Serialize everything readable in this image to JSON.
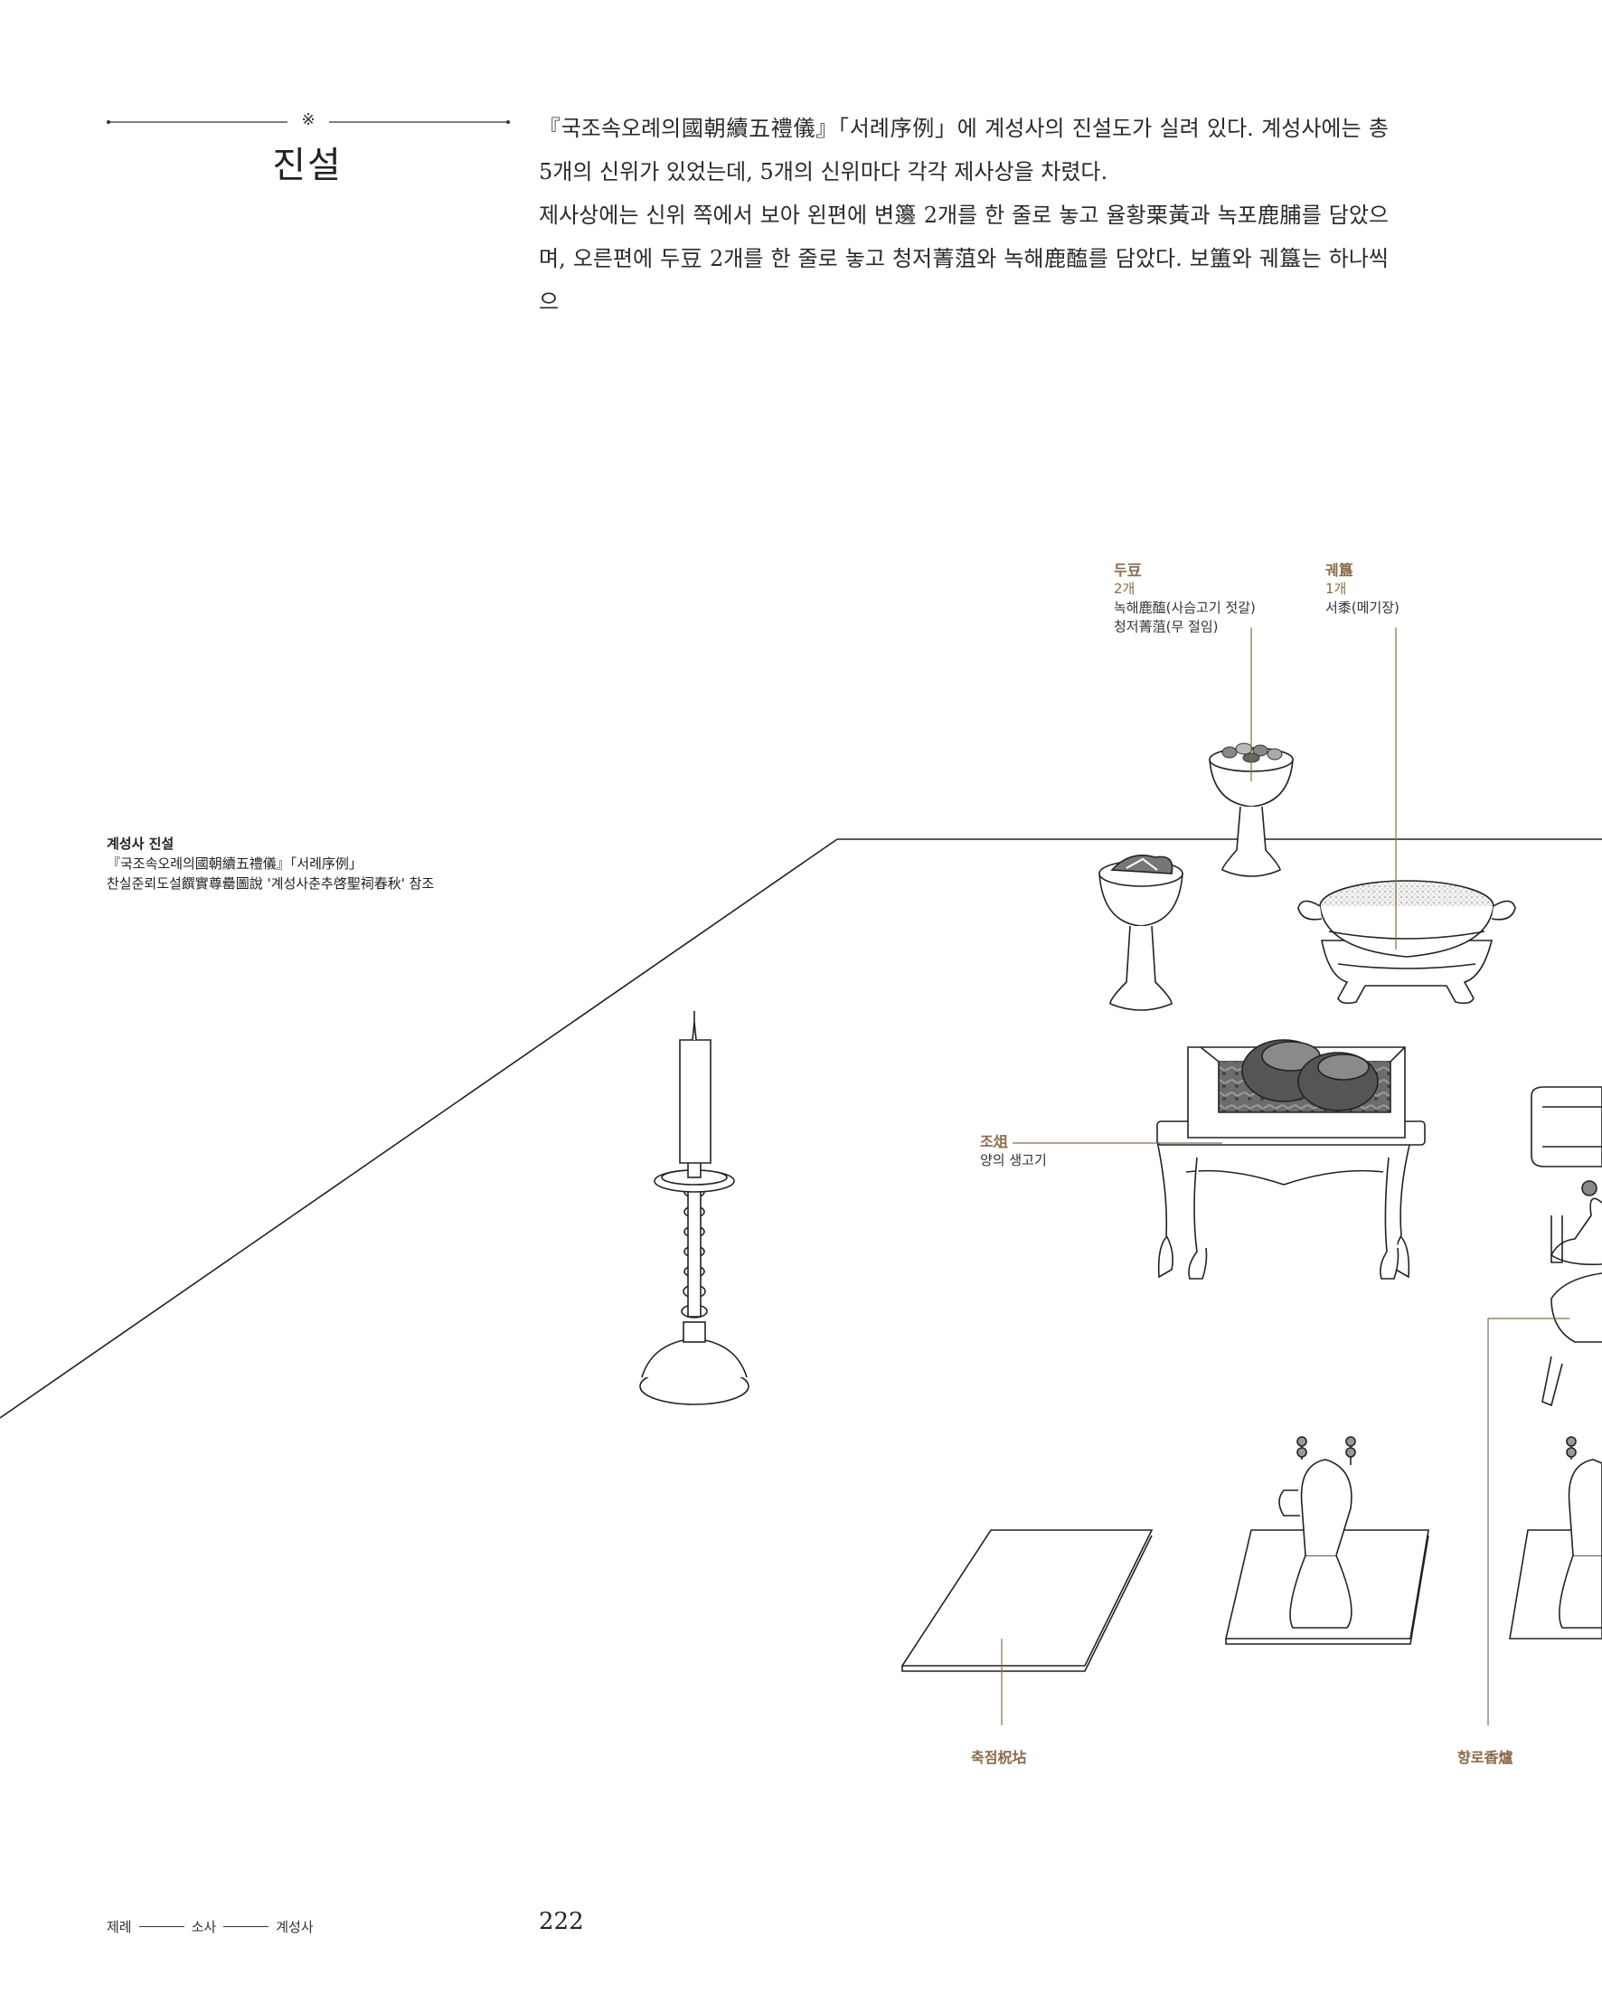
{
  "heading": {
    "ornament": "※",
    "title": "진설"
  },
  "body": {
    "paragraphs": [
      "『국조속오례의國朝續五禮儀』「서례序例」에 계성사의 진설도가 실려 있다. 계성사에는 총 5개의 신위가 있었는데, 5개의 신위마다 각각 제사상을 차렸다.",
      "제사상에는 신위 쪽에서 보아 왼편에 변籩 2개를 한 줄로 놓고 율황栗黃과 녹포鹿脯를 담았으며, 오른편에 두豆 2개를 한 줄로 놓고 청저菁菹와 녹해鹿醢를 담았다. 보簠와 궤簋는 하나씩으"
    ]
  },
  "caption": {
    "title": "계성사 진설",
    "line1": "『국조속오례의國朝續五禮儀』「서례序例」",
    "line2": "찬실준뢰도설饌實尊罍圖說 '계성사춘추啓聖祠春秋' 참조"
  },
  "labels": {
    "du": {
      "title": "두豆",
      "count": "2개",
      "line1": "녹해鹿醢(사슴고기 젓갈)",
      "line2": "청저菁菹(무 절임)"
    },
    "gwe": {
      "title": "궤簋",
      "count": "1개",
      "line1": "서黍(메기장)"
    },
    "jo": {
      "title": "조俎",
      "line1": "양의 생고기"
    },
    "chukjeom": "축점柷坫",
    "hyangro": "향로香爐"
  },
  "footer": {
    "crumb1": "제례",
    "crumb2": "소사",
    "crumb3": "계성사",
    "page": "222"
  }
}
